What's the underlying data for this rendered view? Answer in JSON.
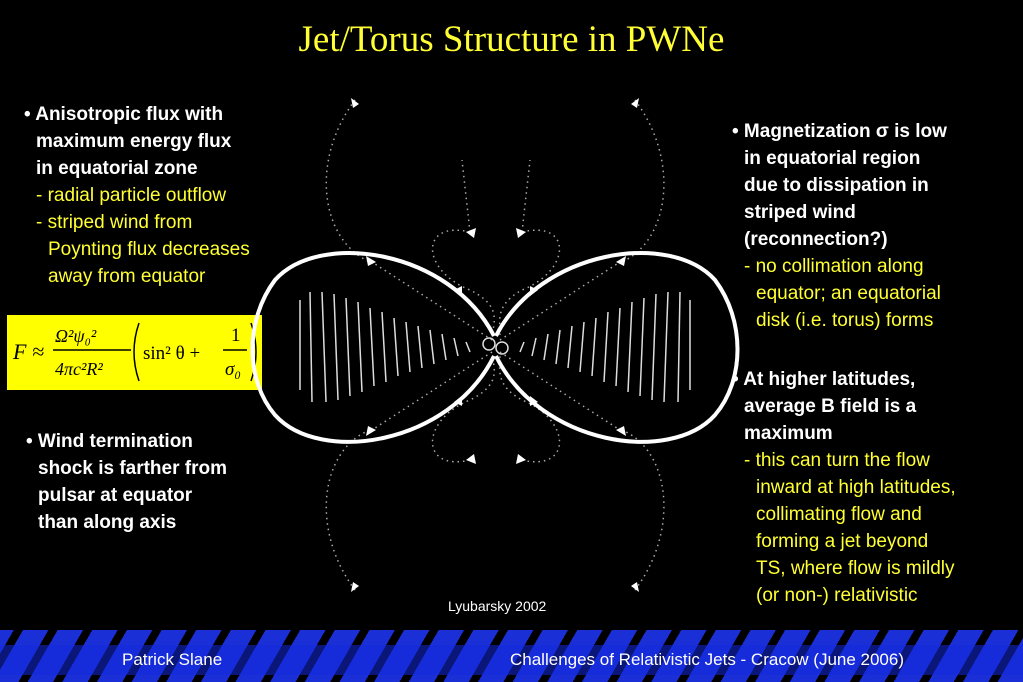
{
  "title": "Jet/Torus Structure in PWNe",
  "left_block_1": {
    "line1": "• Anisotropic flux with",
    "line2": "maximum energy flux",
    "line3": "in equatorial zone",
    "sub1": "- radial particle outflow",
    "sub2": "- striped wind from",
    "sub3": "Poynting flux decreases",
    "sub4": "away from equator"
  },
  "formula": {
    "lhs": "F ≈",
    "num": "Ω²ψ₀²",
    "den": "4πc²R²",
    "bracket_a": "sin² θ +",
    "frac_num": "1",
    "frac_den": "σ₀"
  },
  "left_block_2": {
    "line1": "•  Wind termination",
    "line2": "shock is farther from",
    "line3": "pulsar at equator",
    "line4": "than along axis"
  },
  "right_block_1": {
    "line1": "• Magnetization σ is low",
    "line2": "in equatorial region",
    "line3": "due to dissipation in",
    "line4": "striped wind",
    "line5": "(reconnection?)",
    "sub1": "- no collimation along",
    "sub2": "equator; an equatorial",
    "sub3": "disk (i.e. torus) forms"
  },
  "right_block_2": {
    "line1": "• At higher latitudes,",
    "line2": "average B field is a",
    "line3": "maximum",
    "sub1": "- this can turn the flow",
    "sub2": "inward at high latitudes,",
    "sub3": "collimating flow and",
    "sub4": "forming a jet beyond",
    "sub5": "TS, where flow is mildly",
    "sub6": "(or non-) relativistic"
  },
  "credit": "Lyubarsky 2002",
  "footer": {
    "author": "Patrick Slane",
    "event": "Challenges of Relativistic Jets - Cracow (June 2006)"
  },
  "colors": {
    "background": "#000000",
    "title_yellow": "#ffff33",
    "formula_bg": "#ffff00",
    "footer_blue": "#1a2fd6"
  }
}
